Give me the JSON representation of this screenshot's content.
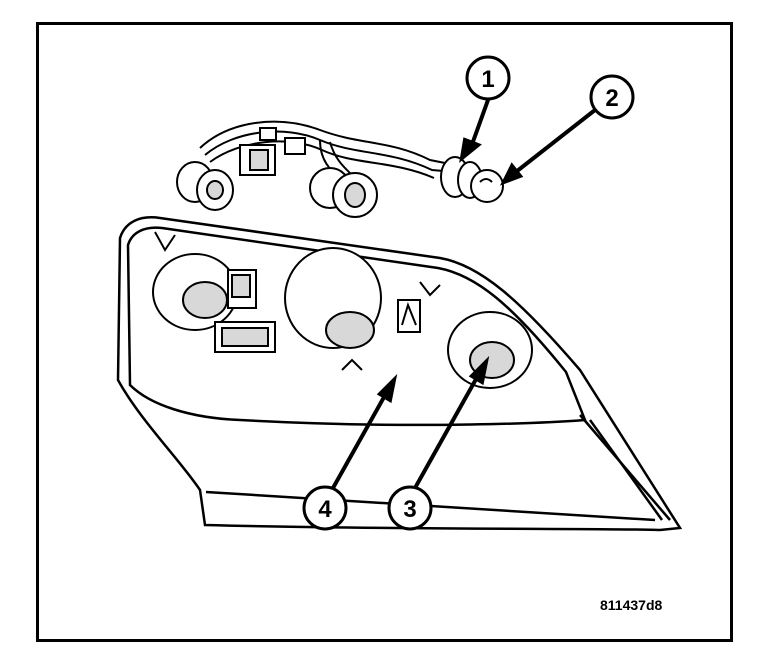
{
  "figure": {
    "id": "811437d8",
    "callouts": [
      {
        "number": "1"
      },
      {
        "number": "2"
      },
      {
        "number": "3"
      },
      {
        "number": "4"
      }
    ]
  },
  "colors": {
    "line": "#000000",
    "background": "#ffffff",
    "shading": "#d8d8d8"
  }
}
